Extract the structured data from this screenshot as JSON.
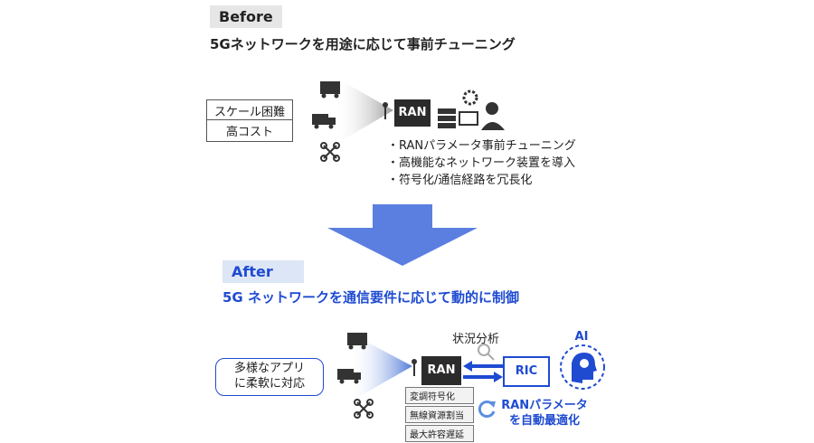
{
  "before": {
    "tag": "Before",
    "heading": "5Gネットワークを用途に応じて事前チューニング",
    "labels": [
      "スケール困難",
      "高コスト"
    ],
    "ran_label": "RAN",
    "bullets": [
      "・RANパラメータ事前チューニング",
      "・高機能なネットワーク装置を導入",
      "・符号化/通信経路を冗長化"
    ]
  },
  "after": {
    "tag": "After",
    "heading": "5G ネットワークを通信要件に応じて動的に制御",
    "flex_label_line1": "多様なアプリ",
    "flex_label_line2": "に柔軟に対応",
    "ran_label": "RAN",
    "ric_label": "RIC",
    "analysis_label": "状況分析",
    "ai_label": "AI",
    "params": [
      "変調符号化",
      "無線資源割当",
      "最大許容遅延"
    ],
    "optimize_line1": "RANパラメータ",
    "optimize_line2": "を自動最適化"
  },
  "colors": {
    "accent_blue": "#1f4bd1",
    "arrow_blue": "#5b7fe0",
    "dark": "#2b2b2b"
  },
  "icons": [
    "truck-icon",
    "drone-icon",
    "antenna-icon",
    "server-icon",
    "engineer-icon",
    "ai-head-icon",
    "refresh-icon",
    "magnifier-icon",
    "down-arrow-icon"
  ]
}
